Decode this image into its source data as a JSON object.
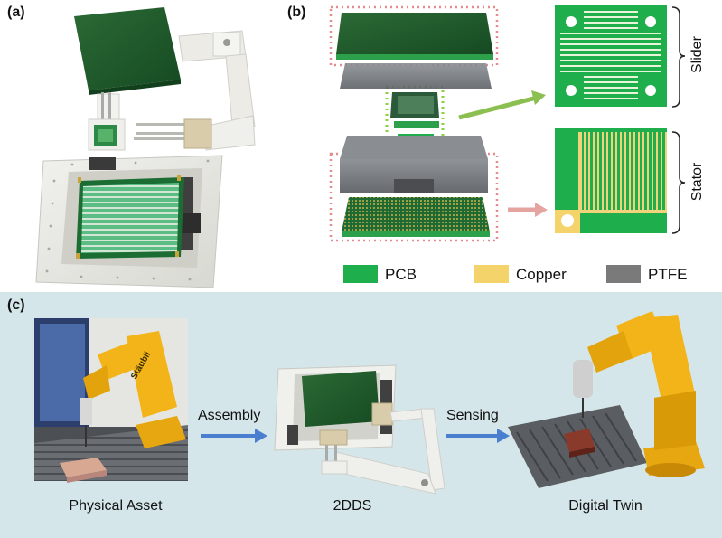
{
  "panels": {
    "a": {
      "label": "(a)"
    },
    "b": {
      "label": "(b)",
      "slider_label": "Slider",
      "stator_label": "Stator"
    },
    "c": {
      "label": "(c)"
    }
  },
  "legend": [
    {
      "name": "PCB",
      "color": "#1fae4c"
    },
    {
      "name": "Copper",
      "color": "#f5d36b"
    },
    {
      "name": "PTFE",
      "color": "#7a7a7a"
    }
  ],
  "flow": {
    "steps": [
      {
        "caption": "Physical Asset"
      },
      {
        "caption": "2DDS"
      },
      {
        "caption": "Digital Twin"
      }
    ],
    "arrows": [
      {
        "label": "Assembly"
      },
      {
        "label": "Sensing"
      }
    ]
  },
  "colors": {
    "panel_c_bg": "#d5e6ea",
    "pcb_dark": "#1e5a2c",
    "robot_yellow": "#f2b418",
    "arrow_green": "#8bbf4f",
    "arrow_pink": "#e6a4a0",
    "arrow_blue": "#4a7fcf",
    "dotted_red": "#e58b8b",
    "dotted_green": "#8ccf3f"
  }
}
